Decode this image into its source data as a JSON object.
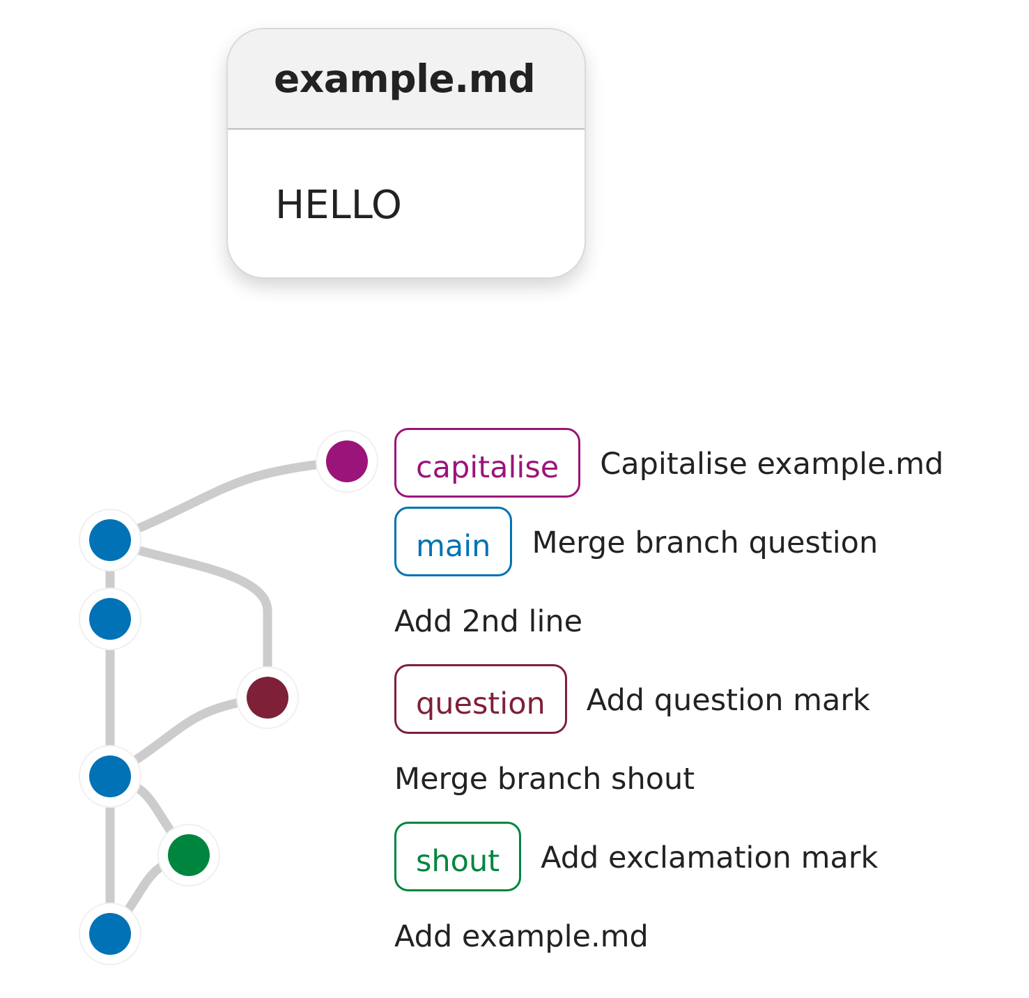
{
  "file": {
    "name": "example.md",
    "content": "HELLO"
  },
  "colors": {
    "main": "#0072b5",
    "capitalise": "#9b1479",
    "question": "#7d2038",
    "shout": "#00853e",
    "edge": "#cccccc"
  },
  "commits": [
    {
      "id": "c1",
      "branch": "capitalise",
      "branch_label": "capitalise",
      "message": "Capitalise example.md"
    },
    {
      "id": "c2",
      "branch": "main",
      "branch_label": "main",
      "message": "Merge branch question"
    },
    {
      "id": "c3",
      "branch": "main",
      "branch_label": "",
      "message": "Add 2nd line"
    },
    {
      "id": "c4",
      "branch": "question",
      "branch_label": "question",
      "message": "Add question mark"
    },
    {
      "id": "c5",
      "branch": "main",
      "branch_label": "",
      "message": "Merge branch shout"
    },
    {
      "id": "c6",
      "branch": "shout",
      "branch_label": "shout",
      "message": "Add exclamation mark"
    },
    {
      "id": "c7",
      "branch": "main",
      "branch_label": "",
      "message": "Add example.md"
    }
  ],
  "edges": [
    {
      "from": "c1",
      "to": "c2"
    },
    {
      "from": "c2",
      "to": "c3"
    },
    {
      "from": "c2",
      "to": "c4"
    },
    {
      "from": "c3",
      "to": "c5"
    },
    {
      "from": "c4",
      "to": "c5"
    },
    {
      "from": "c5",
      "to": "c6"
    },
    {
      "from": "c5",
      "to": "c7"
    },
    {
      "from": "c6",
      "to": "c7"
    }
  ]
}
